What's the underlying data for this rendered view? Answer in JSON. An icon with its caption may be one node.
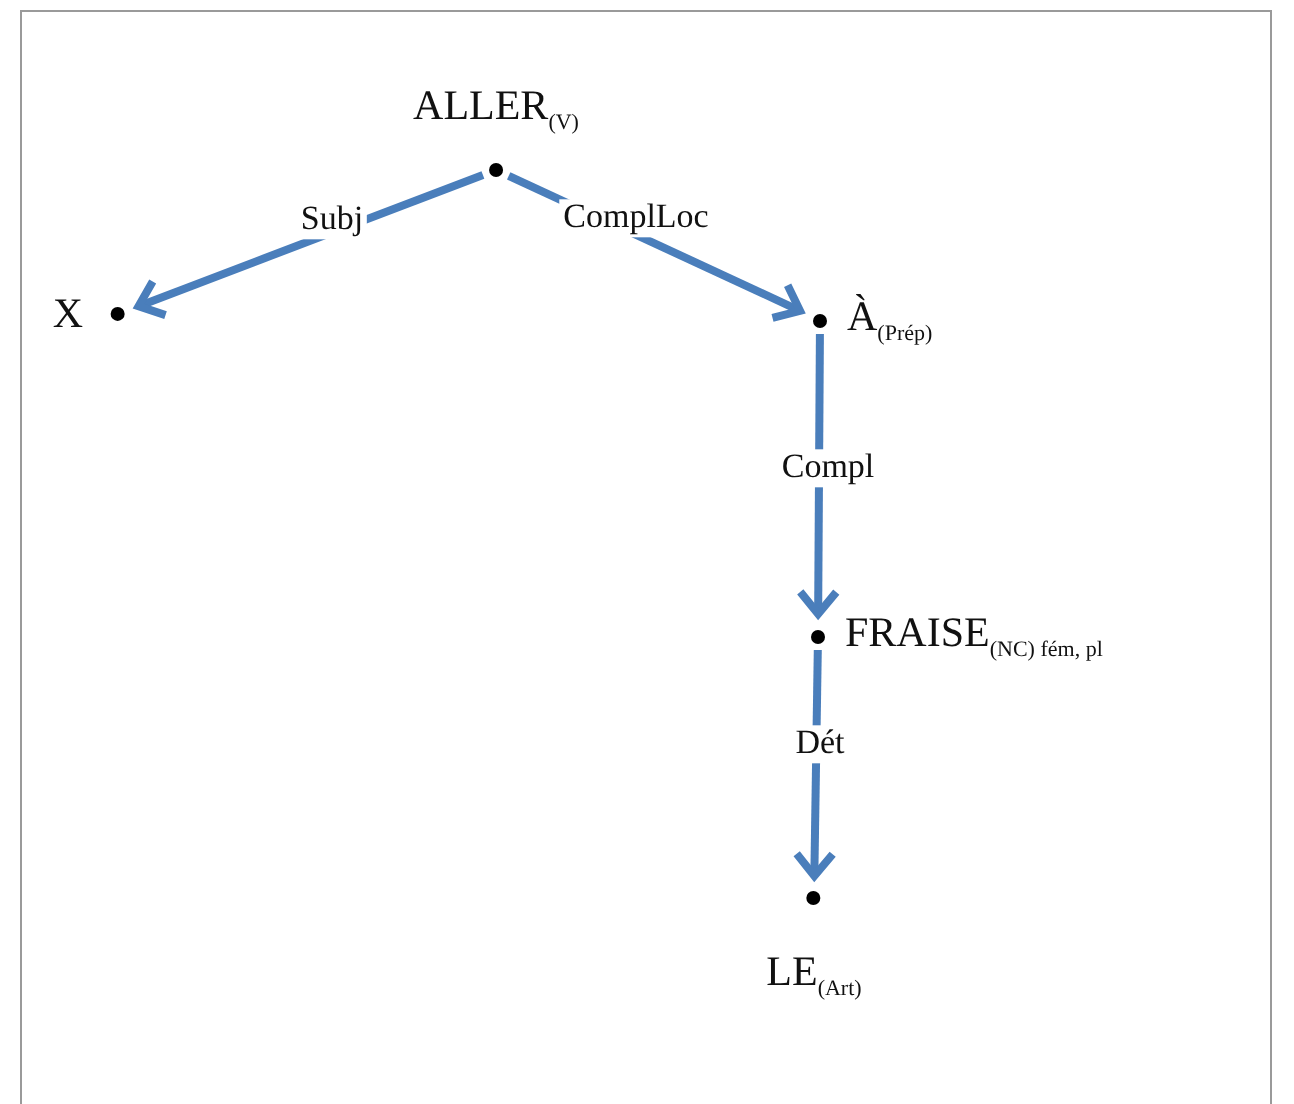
{
  "diagram": {
    "nodes": [
      {
        "text": [
          "ALLER$_{(V)}$"
        ]
      },
      {
        "text": [
          "X"
        ]
      },
      {
        "text": [
          "À$_{(Prép)}$"
        ]
      },
      {
        "text": [
          "FRAISE$_{(NC) fém, pl}$"
        ]
      },
      {
        "text": [
          "LE$_{(Art)}$"
        ]
      }
    ],
    "edges": [
      {
        "from": 0,
        "to": 1,
        "arrow": "to",
        "label": "Subj"
      },
      {
        "from": 0,
        "to": 2,
        "arrow": "to",
        "label": "ComplLoc"
      },
      {
        "from": 2,
        "to": 3,
        "arrow": "to",
        "label": "Compl"
      },
      {
        "from": 3,
        "to": 4,
        "arrow": "to",
        "label": "Dét"
      }
    ]
  }
}
